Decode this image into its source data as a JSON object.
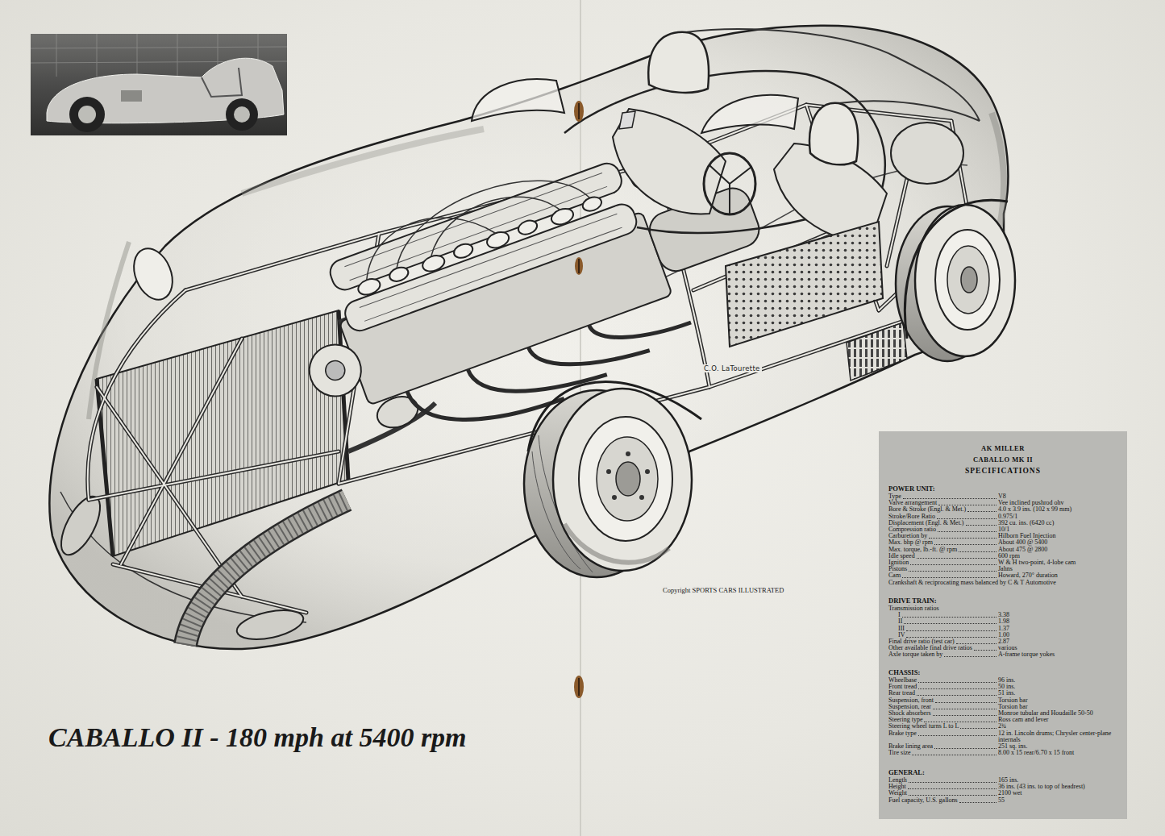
{
  "diagram": {
    "title": "CABALLO II - 180 mph at 5400 rpm",
    "nodes": [
      {
        "text": [
          "AK MILLER",
          "CABALLO MK II",
          "SPECIFICATIONS"
        ]
      }
    ],
    "labels": [
      "C.O. LaTourette",
      "Copyright SPORTS CARS ILLUSTRATED",
      "POWER UNIT:",
      "Type",
      "V8",
      "Valve arrangement",
      "Vee inclined pushrod ohv",
      "Bore & Stroke (Engl. & Met.)",
      "4.0 x 3.9 ins. (102 x 99 mm)",
      "Stroke/Bore Ratio",
      "0.975/1",
      "Displacement (Engl. & Met.)",
      "392 cu. ins. (6420 cc)",
      "Compression ratio",
      "10/1",
      "Carburetion by",
      "Hilborn Fuel Injection",
      "Max. bhp @ rpm",
      "About 400 @ 5400",
      "Max. torque, lb.-ft. @ rpm",
      "About 475 @ 2800",
      "Idle speed",
      "600 rpm",
      "Ignition",
      "W & H two-point, 4-lobe cam",
      "Pistons",
      "Jahns",
      "Cam",
      "Howard, 270° duration",
      "Crankshaft & reciprocating mass balanced by C & T Automotive",
      "DRIVE TRAIN:",
      "Transmission ratios",
      "I",
      "3.38",
      "II",
      "1.98",
      "III",
      "1.37",
      "IV",
      "1.00",
      "Final drive ratio (test car)",
      "2.87",
      "Other available final drive ratios",
      "various",
      "Axle torque taken by",
      "A-frame torque yokes",
      "CHASSIS:",
      "Wheelbase",
      "96 ins.",
      "Front tread",
      "50 ins.",
      "Rear tread",
      "51 ins.",
      "Suspension, front",
      "Torsion bar",
      "Suspension, rear",
      "Torsion bar",
      "Shock absorbers",
      "Monroe tubular and Houdaille 50-50",
      "Steering type",
      "Ross cam and lever",
      "Steering wheel turns L to L",
      "2¾",
      "Brake type",
      "12 in. Lincoln drums; Chrysler center-plane internals",
      "Brake lining area",
      "251 sq. ins.",
      "Tire size",
      "8.00 x 15 rear/6.70 x 15 front",
      "GENERAL:",
      "Length",
      "165 ins.",
      "Height",
      "36 ins. (43 ins. to top of headrest)",
      "Weight",
      "2100 wet",
      "Fuel capacity, U.S. gallons",
      "55"
    ]
  }
}
